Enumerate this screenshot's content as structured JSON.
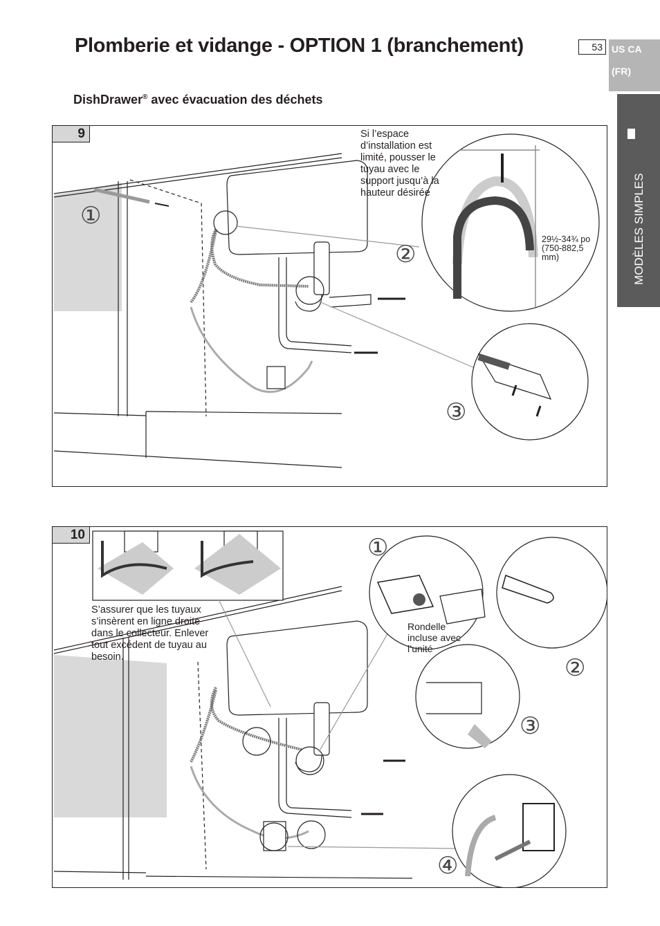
{
  "header": {
    "title": "Plomberie et vidange - OPTION 1 (branchement)",
    "page_number": "53",
    "region_line1": "US CA",
    "region_line2": "(FR)"
  },
  "side_tab": {
    "label": "MODÈLES SIMPLES"
  },
  "subtitle": {
    "main": "DishDrawer",
    "mark": "®",
    "rest": " avec évacuation des déchets"
  },
  "step9": {
    "number": "9",
    "note_hose_support": "Si l’espace d’installation est limité, pousser le tuyau avec le support jusqu’à la hauteur désirée",
    "dimension": "29½-34¾ po (750-882,5 mm)",
    "callouts": [
      "①",
      "②",
      "③"
    ]
  },
  "step10": {
    "number": "10",
    "note_hoses": "S’assurer que les tuyaux s’insèrent en ligne droite dans le collecteur. Enlever tout excédent de tuyau au besoin.",
    "note_washer": "Rondelle incluse avec l’unité",
    "callouts": [
      "①",
      "②",
      "③",
      "④"
    ]
  },
  "colors": {
    "tab_gray": "#5b5b5b",
    "region_gray": "#b5b5b5",
    "panel_shade": "#d9d9d9",
    "line": "#231f20"
  }
}
